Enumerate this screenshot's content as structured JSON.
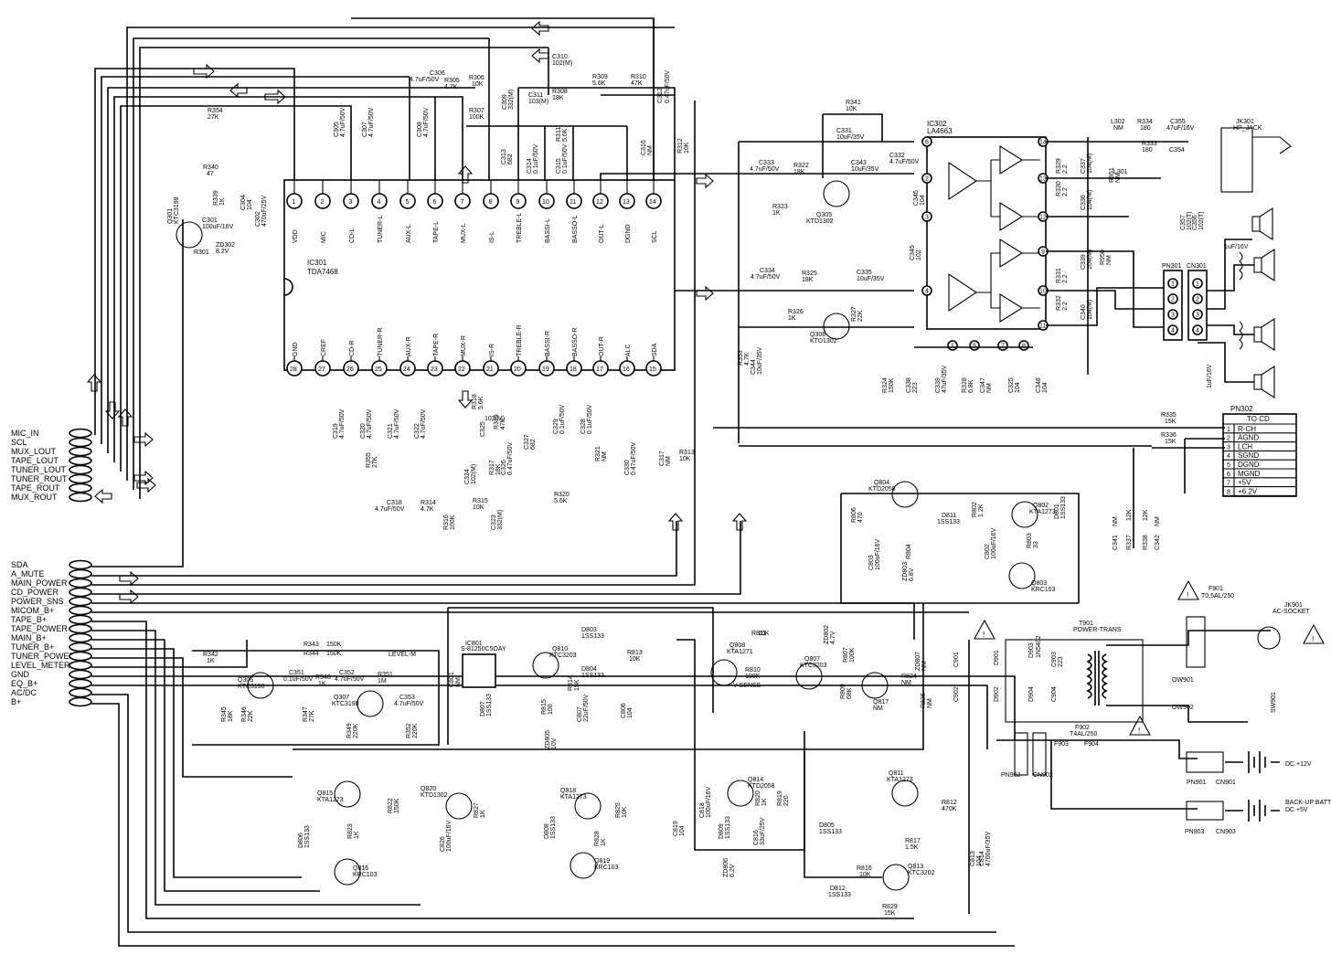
{
  "ic": {
    "ref": "IC301",
    "part": "TDA7468",
    "top_pins": [
      {
        "n": "1",
        "name": "VDD"
      },
      {
        "n": "2",
        "name": "MIC"
      },
      {
        "n": "3",
        "name": "CD-L"
      },
      {
        "n": "4",
        "name": "TUNER-L"
      },
      {
        "n": "5",
        "name": "AUX-L"
      },
      {
        "n": "6",
        "name": "TAPE-L"
      },
      {
        "n": "7",
        "name": "MUX-L"
      },
      {
        "n": "8",
        "name": "IS-L"
      },
      {
        "n": "9",
        "name": "TREBLE-L"
      },
      {
        "n": "10",
        "name": "BASSI-L"
      },
      {
        "n": "11",
        "name": "BASSO-L"
      },
      {
        "n": "12",
        "name": "OUT-L"
      },
      {
        "n": "13",
        "name": "DGND"
      },
      {
        "n": "14",
        "name": "SCL"
      }
    ],
    "bottom_pins": [
      {
        "n": "28",
        "name": "GND"
      },
      {
        "n": "27",
        "name": "CREF"
      },
      {
        "n": "26",
        "name": "CD-R"
      },
      {
        "n": "25",
        "name": "TUNER-R"
      },
      {
        "n": "24",
        "name": "AUX-R"
      },
      {
        "n": "23",
        "name": "TAPE-R"
      },
      {
        "n": "22",
        "name": "MUX-R"
      },
      {
        "n": "21",
        "name": "IS-R"
      },
      {
        "n": "20",
        "name": "TREBLE-R"
      },
      {
        "n": "19",
        "name": "BASSI-R"
      },
      {
        "n": "18",
        "name": "BASSO-R"
      },
      {
        "n": "17",
        "name": "OUT-R"
      },
      {
        "n": "16",
        "name": "ALC"
      },
      {
        "n": "15",
        "name": "SDA"
      }
    ]
  },
  "connectors_top": [
    "MIC_IN",
    "SCL",
    "MUX_LOUT",
    "TAPE_LOUT",
    "TUNER_LOUT",
    "TUNER_ROUT",
    "TAPE_ROUT",
    "MUX_ROUT"
  ],
  "connectors_bottom": [
    "SDA",
    "A_MUTE",
    "MAIN_POWER",
    "CD_POWER",
    "POWER_SNS",
    "MICOM_B+",
    "TAPE_B+",
    "TAPE_POWER",
    "MAIN_B+",
    "TUNER_B+",
    "TUNER_POWER",
    "LEVEL_METER",
    "GND",
    "EQ_B+",
    "AC/DC",
    "B+"
  ],
  "amp": {
    "ref": "IC302",
    "part": "LA4663",
    "pins": [
      "6",
      "2",
      "3",
      "4",
      "14",
      "13",
      "12",
      "9",
      "10",
      "11",
      "1",
      "5",
      "7",
      "8"
    ]
  },
  "pn302": {
    "ref": "PN302",
    "title": "TO CD",
    "rows": [
      {
        "n": "1",
        "name": "R-CH"
      },
      {
        "n": "2",
        "name": "AGND"
      },
      {
        "n": "3",
        "name": "LCH"
      },
      {
        "n": "4",
        "name": "SGND"
      },
      {
        "n": "5",
        "name": "DGND"
      },
      {
        "n": "6",
        "name": "MGND"
      },
      {
        "n": "7",
        "name": "+5V"
      },
      {
        "n": "8",
        "name": "+6.2V"
      }
    ]
  },
  "pn301": {
    "ref": "PN301",
    "pins": [
      "1",
      "2",
      "3",
      "4"
    ]
  },
  "cn301": {
    "ref": "CN301",
    "pins": [
      "1",
      "2",
      "3",
      "4"
    ]
  },
  "labels": {
    "c306": "C306",
    "c306v": "4.7uF/50V",
    "r305": "R305",
    "r305v": "4.7K",
    "r306": "R306",
    "r306v": "10K",
    "c310": "C310",
    "c310v": "102(M)",
    "r309": "R309",
    "r309v": "5.6K",
    "r310": "R310",
    "r310v": "47K",
    "c311": "C311",
    "c311v": "103(M)",
    "r308": "R308",
    "r308v": "18K",
    "r307": "R307",
    "r307v": "100K",
    "c312": "C312",
    "c312v": "0.47uF/50V",
    "r354": "R354",
    "r354v": "27K",
    "r340": "R340",
    "r340v": "47",
    "q301": "Q301",
    "q301v": "KTC3198",
    "c301": "C301",
    "c301v": "100uF/16V",
    "zd302": "ZD302",
    "zd302v": "8.2V",
    "r301": "R301",
    "r341": "R341",
    "r341v": "10K",
    "c331": "C331",
    "c331v": "10uF/35V",
    "c333": "C333",
    "c333v": "4.7uF/50V",
    "r322": "R322",
    "r322v": "18K",
    "c343": "C343",
    "c343v": "10uF/35V",
    "c332": "C332",
    "c332v": "4.7uF/50V",
    "q305": "Q305",
    "q305v": "KTD1302",
    "r323": "R323",
    "r323v": "1K",
    "c334": "C334",
    "c334v": "4.7uF/50V",
    "r325": "R325",
    "r325v": "18K",
    "c335": "C335",
    "c335v": "10uF/35V",
    "r326": "R326",
    "r326v": "1K",
    "q306": "Q306",
    "q306v": "KTD1302",
    "r327": "R327",
    "r327v": "22K",
    "l302": "L302",
    "l302v": "NM",
    "r334": "R334",
    "r334v": "180",
    "c355": "C355",
    "c355v": "47uF/16V",
    "r333": "R333",
    "r333v": "180",
    "c354": "C354",
    "jk301": "JK301",
    "jk301v": "HP_JACK",
    "l301": "L301",
    "c357": "C357",
    "c357v": "102(T)",
    "c356": "C356",
    "c356v": "102(T)",
    "speaker_cap1": "1uF/16V",
    "speaker_cap2": "1uF/16V",
    "r335": "R335",
    "r335v": "15K",
    "r336": "R336",
    "r336v": "15K",
    "c341": "C341",
    "c341v": "NM",
    "r337": "R337",
    "r337v": "12K",
    "r338": "R338",
    "r338v": "12K",
    "c342": "C342",
    "c342v": "NM",
    "q804": "Q804",
    "q804v": "KTD2058",
    "d811": "D811",
    "d811v": "1SS133",
    "r802": "R802",
    "r802v": "1.2K",
    "q802": "Q802",
    "q802v": "KTA1273",
    "d801": "D801",
    "d801v": "1SS133",
    "r806": "R806",
    "r806v": "470",
    "c803": "C803",
    "c803v": "100uF/16V",
    "r804": "R804",
    "zd803": "ZD803",
    "zd803v": "6.8V",
    "c802": "C802",
    "c802v": "100uF/16V",
    "r803": "R803",
    "r803v": "33",
    "q803": "Q803",
    "q803v": "KRC103",
    "f901": "F901",
    "f901v": "T0.5AL/250",
    "f902": "F902",
    "f902v": "T4AL/250",
    "jk901": "JK901",
    "jk901v": "AC-SOCKET",
    "t901": "T901",
    "t901v": "POWER-TRANS",
    "f903": "F903",
    "f904": "F904",
    "ow901": "OW901",
    "ow902": "OW902",
    "sw901": "SW901",
    "pn902": "PN902",
    "cn902": "CN902",
    "pn901": "PN901",
    "cn901": "CN901",
    "pn903": "PN903",
    "cn903": "CN903",
    "dc12": "DC +12V",
    "backup": "BACK-UP BATTERY",
    "backup2": "DC +5V",
    "d901": "D901",
    "d902": "D902",
    "d903": "D903",
    "d904": "D904",
    "dv": "1N5402",
    "c901": "C901",
    "c902": "C902",
    "c903": "C903",
    "c904": "C904",
    "cv": "223",
    "r342": "R342",
    "r342v": "1K",
    "r343": "R343",
    "r343v": "150K",
    "r344": "R344",
    "r344v": "150K",
    "q306b": "Q306",
    "q306bv": "KTC3198",
    "c351": "C351",
    "c351v": "0.1uF/50V",
    "r348": "R348",
    "r348v": "1K",
    "c352": "C352",
    "c352v": "4.7uF/50V",
    "r351": "R351",
    "r351v": "1M",
    "level": "LEVEL-M",
    "q307": "Q307",
    "q307v": "KTC3198",
    "c353": "C353",
    "c353v": "4.7uF/50V",
    "r352": "R352",
    "r352v": "220K",
    "r349": "R349",
    "r349v": "220K",
    "r345": "R345",
    "r345v": "18K",
    "r346": "R346",
    "r346v": "22K",
    "r347": "R347",
    "r347v": "27K",
    "ic801": "IC801",
    "ic801v": "S-81250C5OAY",
    "c801": "C801",
    "c801v": "NM",
    "d803": "D803",
    "d803v": "1SS133",
    "d804": "D804",
    "d804v": "1SS133",
    "q810": "Q810",
    "q810v": "KTC3203",
    "r813": "R813",
    "r813v": "10K",
    "d807": "D807",
    "d807v": "1SS133",
    "r815": "R815",
    "r815v": "100",
    "zd805": "ZD805",
    "zd805v": "10V",
    "c807": "C807",
    "c807v": "22uF/50V",
    "c806": "C806",
    "c806v": "104",
    "r814": "R814",
    "r814v": "15K",
    "q808": "Q808",
    "q808v": "KTA1271",
    "r811": "R811",
    "r811v": "10K",
    "r810": "R810",
    "r810v": "100K",
    "vsense": "V-SENSE",
    "q807": "Q807",
    "q807v": "KTC3203",
    "zd802": "ZD802",
    "zd802v": "4.7V",
    "r807": "R807",
    "r807v": "100K",
    "r824": "R824",
    "r824v": "NM",
    "zd807": "ZD807",
    "zd807v": "NM",
    "q817": "Q817",
    "q817v": "NM",
    "r826": "R826",
    "r826v": "NM",
    "r809": "R809",
    "r809v": "68K",
    "q815": "Q815",
    "q815v": "KTA1273",
    "r822": "R822",
    "r822v": "150K",
    "d806": "D806",
    "d806v": "1SS133",
    "r823": "R823",
    "r823v": "1K",
    "q816": "Q816",
    "q816v": "KRC103",
    "q820": "Q820",
    "q820v": "KTD1302",
    "r827": "R827",
    "r827v": "1K",
    "c826": "C826",
    "c826v": "100uF/16V",
    "d808": "D808",
    "d808v": "1SS133",
    "q818": "Q818",
    "q818v": "KTA1273",
    "r825": "R825",
    "r825v": "10K",
    "r828": "R828",
    "r828v": "1K",
    "q819": "Q819",
    "q819v": "KRC103",
    "c819": "C819",
    "c819v": "104",
    "c818": "C818",
    "c818v": "100uF/16V",
    "d809": "D809",
    "d809v": "1SS133",
    "q814": "Q814",
    "q814v": "KTD2058",
    "r820": "R820",
    "r820v": "1K",
    "c816": "C816",
    "c816v": "33uF/25V",
    "zd806": "ZD806",
    "zd806v": "6.2V",
    "r819": "R819",
    "r819v": "220",
    "d805": "D805",
    "d805v": "1SS133",
    "d812": "D812",
    "d812v": "1SS133",
    "r816": "R816",
    "r816v": "10K",
    "q811": "Q811",
    "q811v": "KTA1273",
    "r812": "R812",
    "r812v": "470K",
    "r817": "R817",
    "r817v": "1.5K",
    "q813": "Q813",
    "q813v": "KTC3202",
    "r829": "R829",
    "r829v": "15K",
    "c813": "C813",
    "c813v": "104",
    "c814": "C814",
    "c814v": "4700uF/35V",
    "c319": "C319",
    "c319v": "4.7uF/50V",
    "c320": "C320",
    "c320v": "4.7uF/50V",
    "c321": "C321",
    "c321v": "4.7uF/50V",
    "c322": "C322",
    "c322v": "4.7uF/50V",
    "r355": "R355",
    "r355v": "27K",
    "c318": "C318",
    "c318v": "4.7uF/50V",
    "r314": "R314",
    "r314v": "4.7K",
    "r315": "R315",
    "r315v": "10K",
    "r316": "R316",
    "r316v": "100K",
    "c323": "C323",
    "c323v": "332(M)",
    "c324": "C324",
    "c324v": "102(M)",
    "r317": "R317",
    "r317v": "18K",
    "c325": "C325",
    "c325v": "103(M)",
    "r318": "R318",
    "r318v": "5.6K",
    "r319": "R319",
    "r319v": "47K",
    "c326": "C326",
    "c326v": "0.47uF/50V",
    "c327": "C327",
    "c327v": "682",
    "c329": "C329",
    "c329v": "0.1uF/50V",
    "r320": "R320",
    "r320v": "5.6K",
    "c328": "C328",
    "c328v": "0.1uF/50V",
    "r321": "R321",
    "r321v": "NM",
    "c330": "C330",
    "c330v": "0.47uF/50V",
    "c317": "C317",
    "c317v": "NM",
    "r313": "R313",
    "r313v": "10K",
    "c313": "C313",
    "c313v": "682",
    "c314": "C314",
    "c314v": "0.1uF/50V",
    "c315": "C315",
    "c315v": "0.1uF/50V",
    "r311": "R311",
    "r311v": "5.6K",
    "c316": "C316",
    "c316v": "NM",
    "r312": "R312",
    "r312v": "10K",
    "c309": "C309",
    "c309v": "332(M)",
    "c308": "C308",
    "c308v": "4.7uF/50V",
    "c305": "C305",
    "c305v": "4.7uF/50V",
    "c307": "C307",
    "c307v": "4.7uF/50V",
    "c304": "C304",
    "c304v": "104",
    "r339": "R339",
    "r339v": "1K",
    "c302": "C302",
    "c302v": "470uF/25V",
    "r324": "R324",
    "r324v": "150K",
    "c338": "C338",
    "c338v": "223",
    "c339": "C339",
    "c339v": "47uF/35V",
    "r328": "R328",
    "r328v": "6.8K",
    "c347": "C347",
    "c347v": "NM",
    "c325b": "C325",
    "c325bv": "104",
    "c348": "C348",
    "c348v": "104",
    "c346": "C346",
    "c346v": "104",
    "c345": "C345",
    "c345v": "102",
    "c344": "C344",
    "c344v": "10uF/35V",
    "r353": "R353",
    "r353v": "4.7K",
    "r329": "R329",
    "r329v": "2.2",
    "r330": "R330",
    "r330v": "2.2",
    "c337": "C337",
    "c337v": "104(M)",
    "c336": "C336",
    "c336v": "104(M)",
    "r331": "R331",
    "r331v": "2.2",
    "r332": "R332",
    "r332v": "2.2",
    "c339b": "C339",
    "c339bv": "104(M)",
    "c340": "C340",
    "c340v": "104(M)",
    "r950": "R950",
    "r950v": "NM",
    "r951": "R951",
    "r951v": "NM"
  }
}
